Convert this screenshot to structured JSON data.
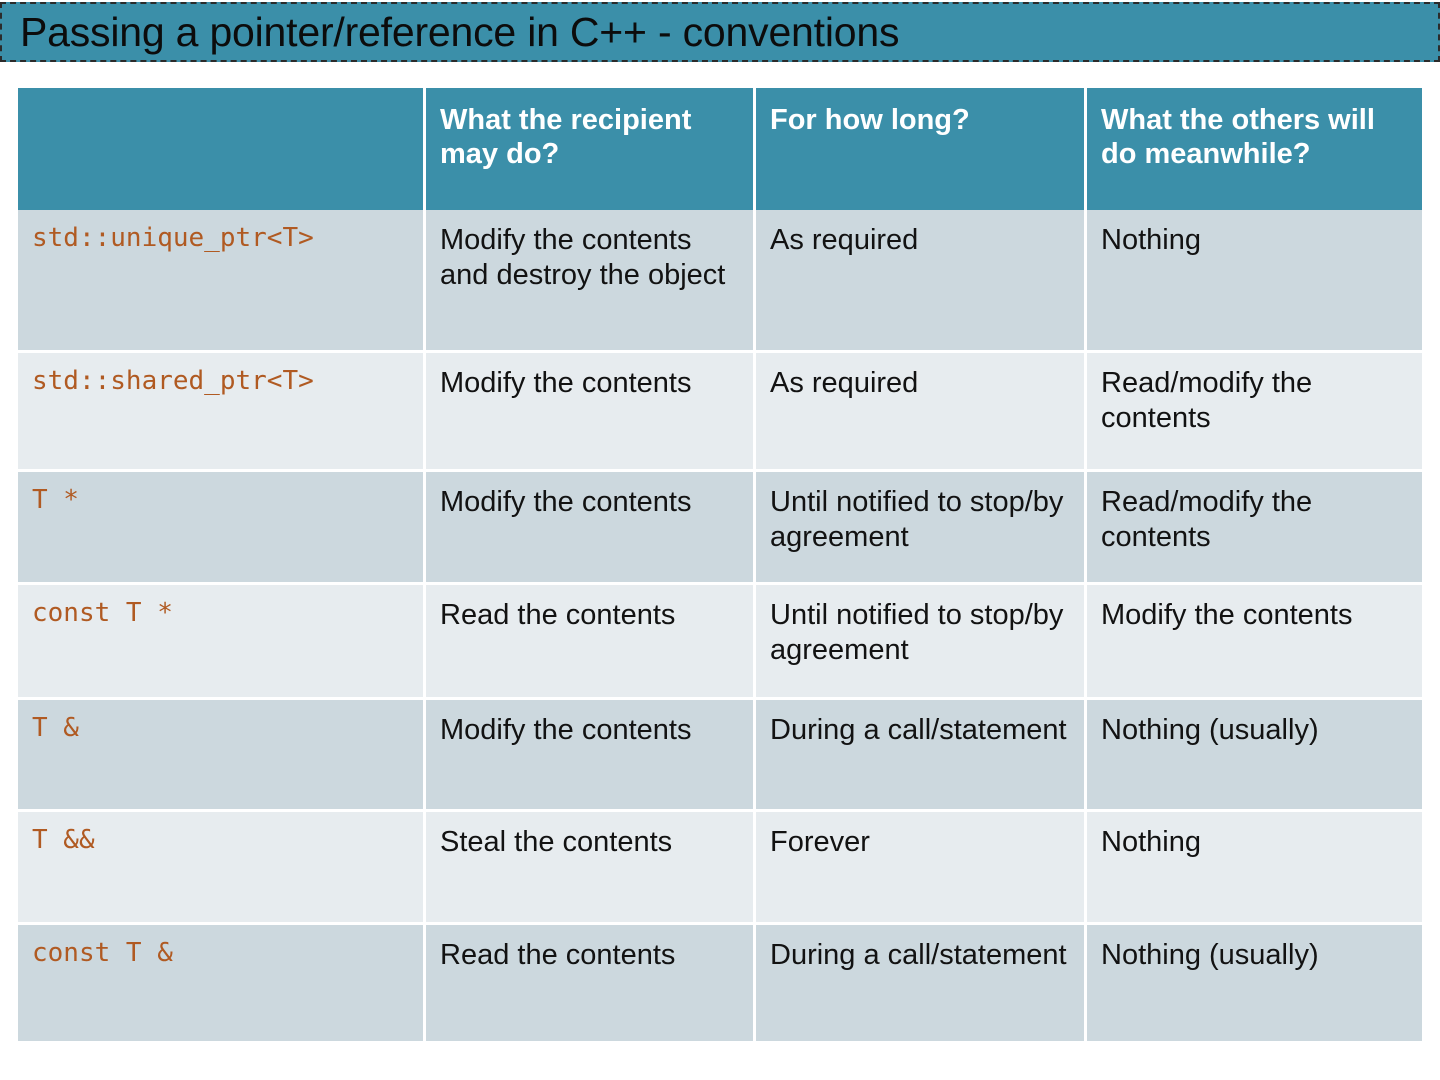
{
  "slide": {
    "title": "Passing a pointer/reference in C++ - conventions",
    "theme": {
      "accent_teal": "#3b8fa9",
      "code_text": "#b05a22",
      "row_odd": "#ccd8de",
      "row_even": "#e7ecef",
      "header_text": "#ffffff",
      "body_text": "#121212"
    }
  },
  "table": {
    "headers": [
      "",
      "What the recipient may do?",
      "For how long?",
      "What the others will do meanwhile?"
    ],
    "rows": [
      {
        "type": "std::unique_ptr<T>",
        "may_do": "Modify the contents and destroy the object",
        "how_long": "As required",
        "others": "Nothing"
      },
      {
        "type": "std::shared_ptr<T>",
        "may_do": "Modify the contents",
        "how_long": "As required",
        "others": "Read/modify the contents"
      },
      {
        "type": "T *",
        "may_do": "Modify the contents",
        "how_long": "Until notified to stop/by agreement",
        "others": "Read/modify the contents"
      },
      {
        "type": "const T *",
        "may_do": "Read the contents",
        "how_long": "Until notified to stop/by agreement",
        "others": "Modify the contents"
      },
      {
        "type": "T &",
        "may_do": "Modify the contents",
        "how_long": "During a call/statement",
        "others": "Nothing (usually)"
      },
      {
        "type": "T &&",
        "may_do": "Steal the contents",
        "how_long": "Forever",
        "others": "Nothing"
      },
      {
        "type": "const T &",
        "may_do": "Read the contents",
        "how_long": "During a call/statement",
        "others": "Nothing (usually)"
      }
    ]
  }
}
